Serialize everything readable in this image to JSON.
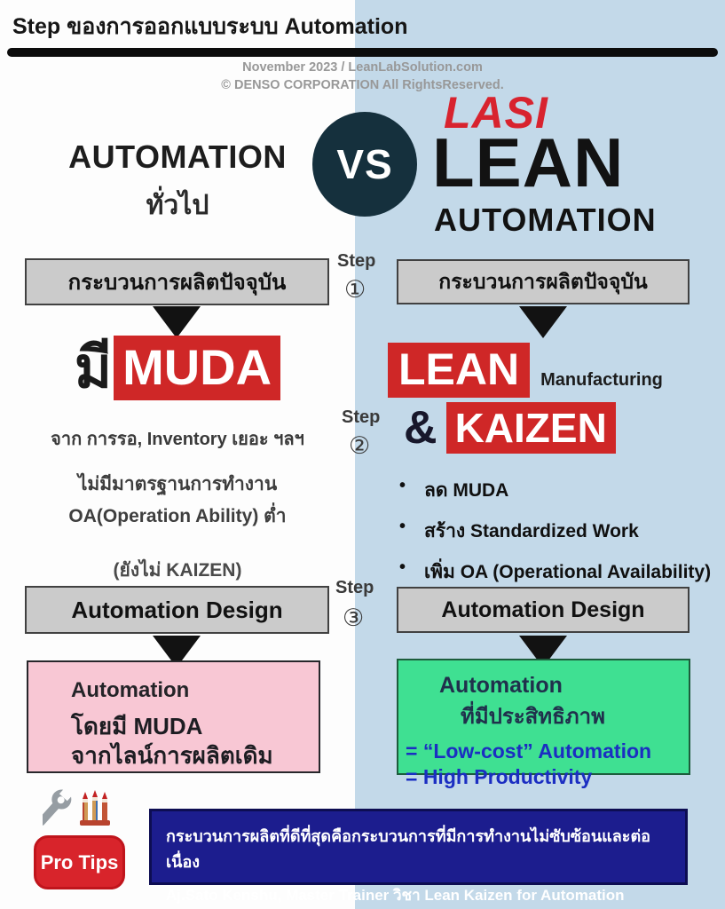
{
  "header": {
    "title": "Step ของการออกแบบระบบ Automation",
    "credit_line1": "November 2023 / LeanLabSolution.com",
    "credit_line2": "© DENSO CORPORATION All RightsReserved."
  },
  "versus": {
    "left_title": "AUTOMATION",
    "left_subtitle": "ทั่วไป",
    "vs": "VS",
    "right_brand": "LASI",
    "right_title": "LEAN",
    "right_subtitle": "AUTOMATION"
  },
  "steps": [
    {
      "label": "Step",
      "number": "①"
    },
    {
      "label": "Step",
      "number": "②"
    },
    {
      "label": "Step",
      "number": "③"
    }
  ],
  "left_column": {
    "step1_box": "กระบวนการผลิตปัจจุบัน",
    "muda_prefix": "มี",
    "muda_word": "MUDA",
    "muda_caption": "จาก การรอ, Inventory เยอะ ฯลฯ",
    "no_standard_line1": "ไม่มีมาตรฐานการทำงาน",
    "no_standard_line2": "OA(Operation Ability) ต่ำ",
    "no_kaizen": "(ยังไม่ KAIZEN)",
    "step3_box": "Automation Design",
    "result": {
      "line1": "Automation",
      "line2": "โดยมี MUDA",
      "line3": "จากไลน์การผลิตเดิม"
    }
  },
  "right_column": {
    "step1_box": "กระบวนการผลิตปัจจุบัน",
    "lean_word": "LEAN",
    "manufacturing": "Manufacturing",
    "ampersand": "&",
    "kaizen_word": "KAIZEN",
    "bullets": [
      "ลด MUDA",
      "สร้าง Standardized Work",
      "เพิ่ม OA (Operational Availability)"
    ],
    "bullet_glyph": "•",
    "step3_box": "Automation Design",
    "result": {
      "line1": "Automation",
      "line2": "ที่มีประสิทธิภาพ",
      "line3": "= “Low-cost” Automation",
      "line4": "= High Productivity"
    }
  },
  "protips": {
    "badge": "Pro Tips",
    "line1": "กระบวนการผลิตที่ดีที่สุดคือกระบวนการที่มีการทำงานไม่ซับซ้อนและต่อเนื่อง",
    "line2": "Aj.Sato Kenshu, Master Trainer วิชา Lean Kaizen for Automation"
  },
  "colors": {
    "light_blue_panel": "#c3d9e9",
    "accent_red": "#cf2727",
    "vs_circle_navy": "#15303d",
    "gray_box": "#cbcbcb",
    "pink_box": "#f8c7d4",
    "green_box": "#3fe092",
    "footer_navy": "#1c1d8e",
    "blue_text": "#1b2ec2"
  }
}
